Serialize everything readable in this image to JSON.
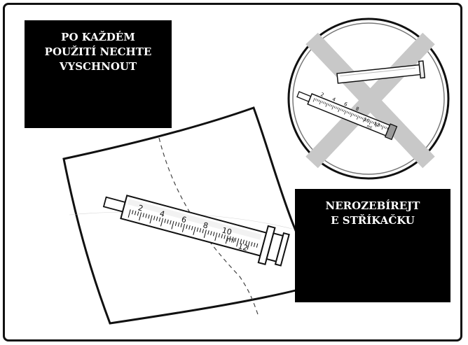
{
  "labels": {
    "after_use": "PO KAŽDÉM\nPOUŽITÍ NECHTE\nVYSCHNOUT",
    "do_not_disassemble": "NEROZEBÍREJT\nE STŘÍKAČKU"
  },
  "syringe_main": {
    "ticks": [
      "2",
      "4",
      "6",
      "8",
      "10",
      "12"
    ],
    "unit": "ml"
  },
  "syringe_small": {
    "ticks": [
      "2",
      "4",
      "6",
      "8",
      "10",
      "12"
    ],
    "unit": "ml"
  },
  "colors": {
    "frame": "#111111",
    "label_bg": "#000000",
    "label_text": "#ffffff",
    "prohibition_x": "#c8c8c8"
  }
}
